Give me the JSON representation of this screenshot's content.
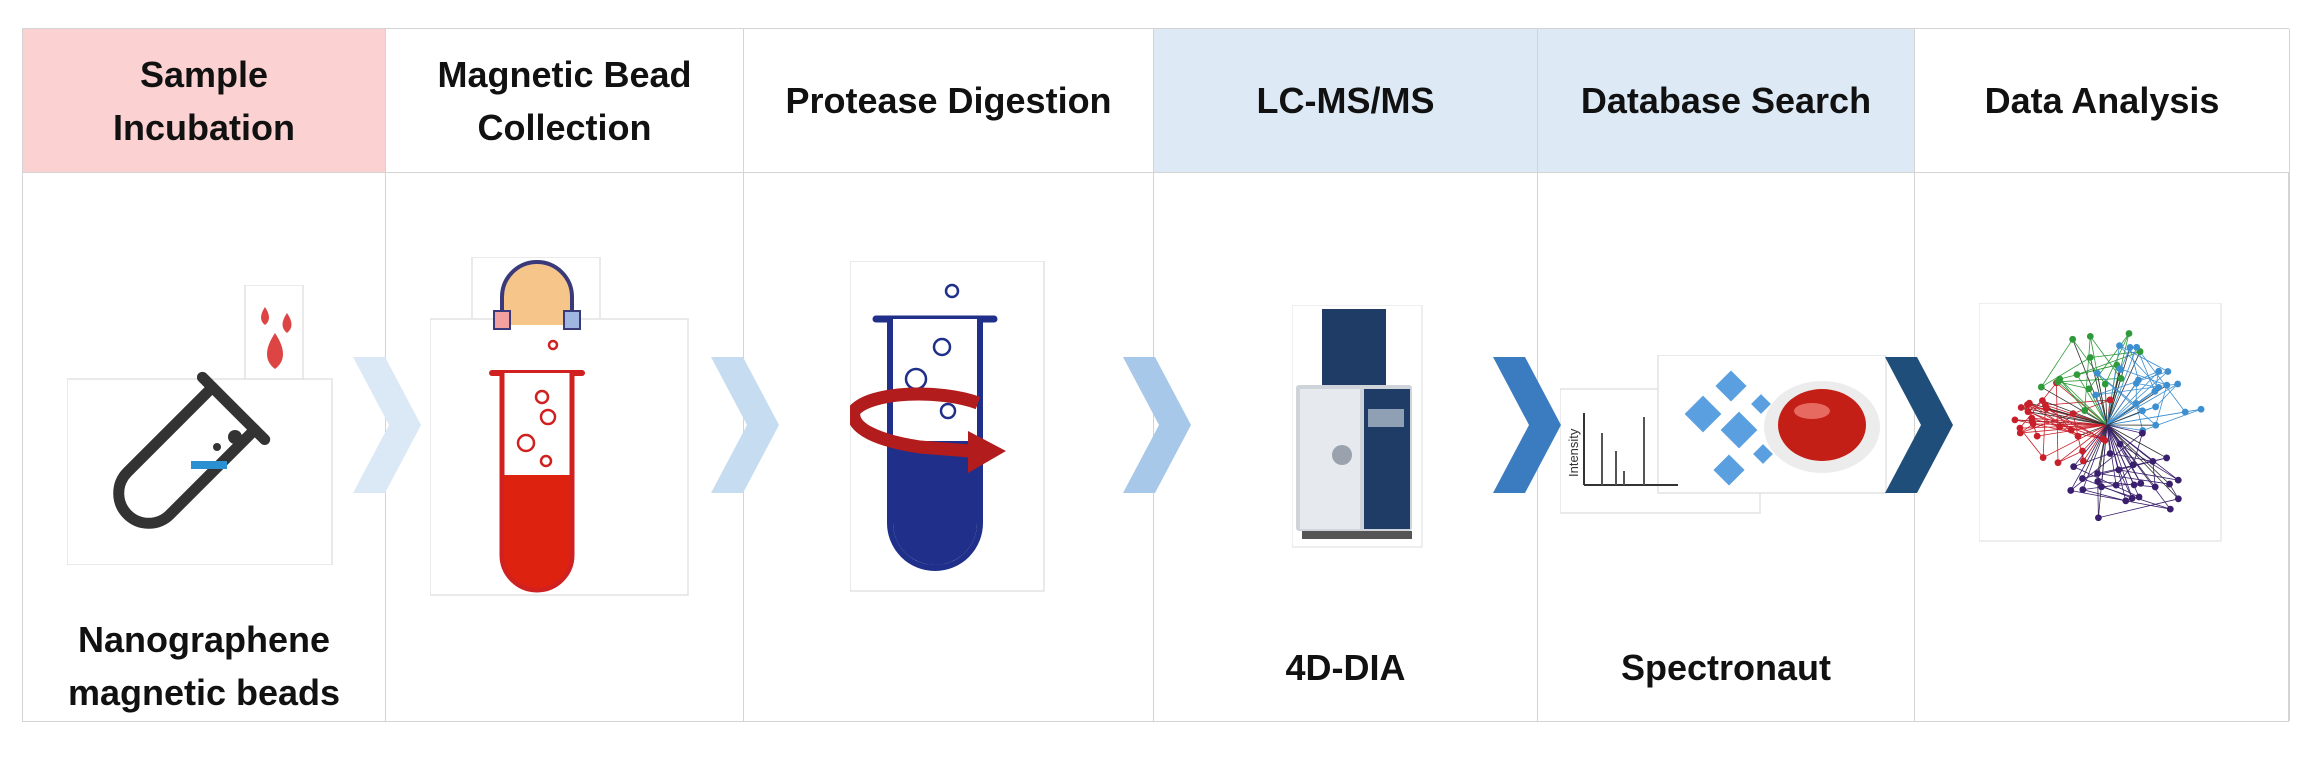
{
  "steps": [
    {
      "title": "Sample\nIncubation",
      "caption": "Nanographene\nmagnetic beads",
      "header_color": "#fbd1d1"
    },
    {
      "title": "Magnetic Bead\nCollection",
      "caption": "",
      "header_color": "#ffffff"
    },
    {
      "title": "Protease Digestion",
      "caption": "",
      "header_color": "#ffffff"
    },
    {
      "title": "LC-MS/MS",
      "caption": "4D-DIA",
      "header_color": "#ddeaf6"
    },
    {
      "title": "Database Search",
      "caption": "Spectronaut",
      "header_color": "#ddeaf6"
    },
    {
      "title": "Data Analysis",
      "caption": "",
      "header_color": "#ffffff"
    }
  ],
  "chevron_colors": [
    "#dbe8f5",
    "#c6dcf1",
    "#a7c8e8",
    "#3b7cc0",
    "#1f4e7a"
  ],
  "spectrum_axis_label": "Intensity"
}
